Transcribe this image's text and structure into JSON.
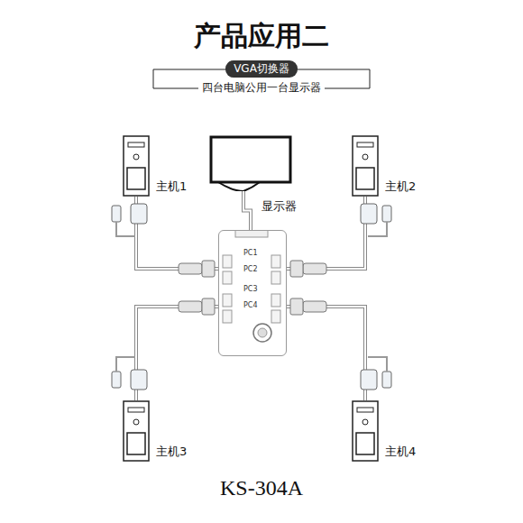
{
  "diagram": {
    "title": "产品应用二",
    "caption": "KS-304A",
    "nodes": [
      {
        "text": [
          "VGA切换器"
        ]
      },
      {
        "text": [
          "显示器"
        ]
      },
      {
        "text": [
          "主机1"
        ]
      },
      {
        "text": [
          "主机2"
        ]
      },
      {
        "text": [
          "PC1",
          "PC2",
          "PC3",
          "PC4"
        ]
      },
      {
        "text": [
          "主机3"
        ]
      },
      {
        "text": [
          "主机4"
        ]
      }
    ],
    "edges": [
      {
        "from": 1,
        "to": 4,
        "arrow": "none"
      },
      {
        "from": 2,
        "to": 4,
        "arrow": "none"
      },
      {
        "from": 3,
        "to": 4,
        "arrow": "none"
      },
      {
        "from": 5,
        "to": 4,
        "arrow": "none"
      },
      {
        "from": 6,
        "to": 4,
        "arrow": "none"
      }
    ],
    "labels": [
      "四台电脑公用一台显示器"
    ]
  }
}
